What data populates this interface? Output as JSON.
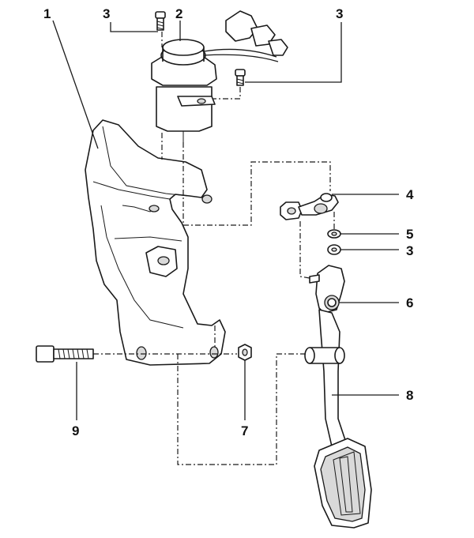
{
  "callouts": {
    "c1": "1",
    "c2": "2",
    "c3_top_left": "3",
    "c3_top_right": "3",
    "c4": "4",
    "c5": "5",
    "c3_right": "3",
    "c6": "6",
    "c7": "7",
    "c8": "8",
    "c9": "9"
  }
}
